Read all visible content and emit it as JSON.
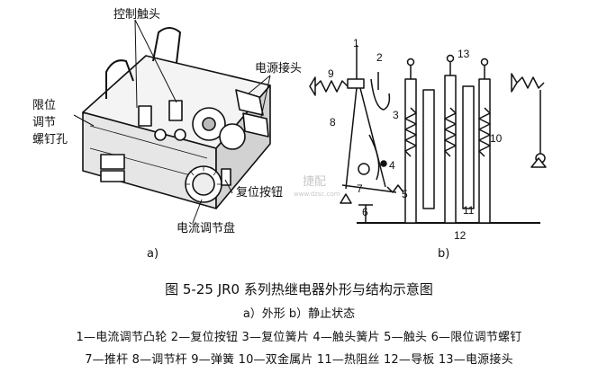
{
  "figure": {
    "title": "图 5-25   JR0 系列热继电器外形与结构示意图",
    "subtitle": "a）外形   b）静止状态",
    "legend_line1": "1—电流调节凸轮   2—复位按钮   3—复位簧片   4—触头簧片   5—触头   6—限位调节螺钉",
    "legend_line2": "7—推杆   8—调节杆   9—弹簧   10—双金属片   11—热阻丝   12—导板   13—电源接头"
  },
  "panel_a": {
    "sub_label": "a)",
    "label_control_contact": "控制触头",
    "label_power_terminal": "电源接头",
    "label_limit_line1": "限位",
    "label_limit_line2": "调节",
    "label_limit_line3": "螺钉孔",
    "label_reset_button": "复位按钮",
    "label_current_dial": "电流调节盘"
  },
  "panel_b": {
    "sub_label": "b)",
    "num_1": "1",
    "num_2": "2",
    "num_3": "3",
    "num_4": "4",
    "num_5": "5",
    "num_6": "6",
    "num_7": "7",
    "num_8": "8",
    "num_9": "9",
    "num_10": "10",
    "num_11": "11",
    "num_12": "12",
    "num_13": "13"
  },
  "watermark": {
    "text_main": "捷配",
    "text_sub": "www.dzsc.com"
  }
}
